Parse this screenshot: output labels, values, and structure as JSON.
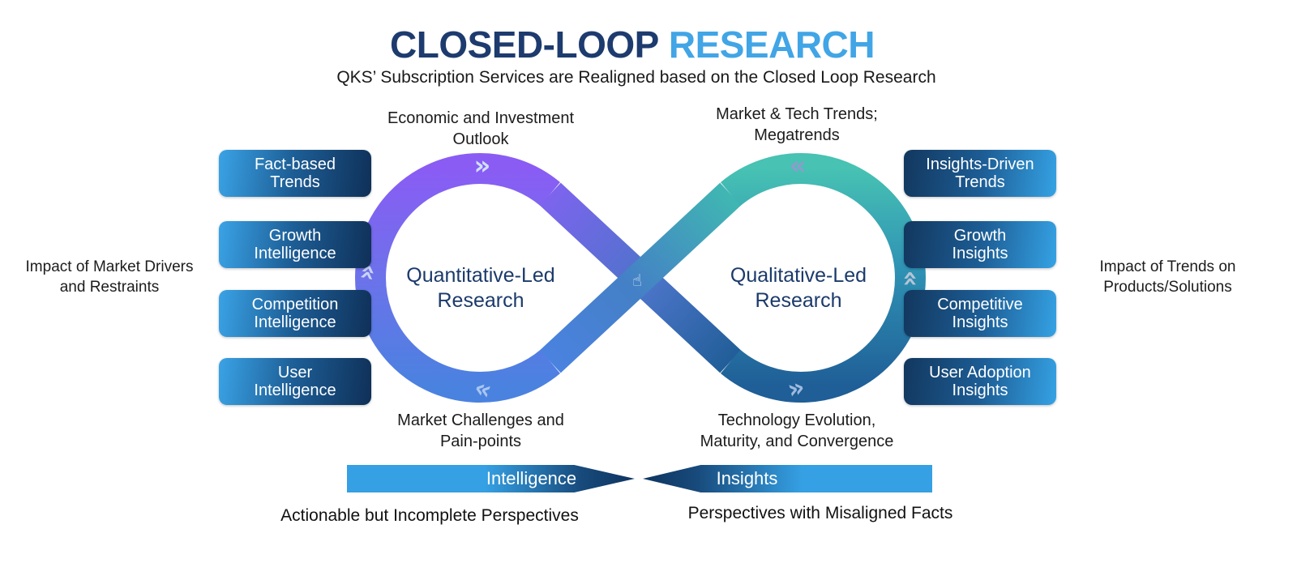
{
  "header": {
    "title_dark": "CLOSED-LOOP",
    "title_light": "RESEARCH",
    "subtitle": "QKS’ Subscription Services are Realigned based on the Closed Loop Research"
  },
  "side_labels": {
    "left": "Impact of Market Drivers\nand Restraints",
    "right": "Impact of Trends on\nProducts/Solutions"
  },
  "boxes": {
    "left": [
      "Fact-based\nTrends",
      "Growth\nIntelligence",
      "Competition\nIntelligence",
      "User\nIntelligence"
    ],
    "right": [
      "Insights-Driven\nTrends",
      "Growth\nInsights",
      "Competitive\nInsights",
      "User Adoption\nInsights"
    ]
  },
  "loop": {
    "left_circle_title": "Quantitative-Led\nResearch",
    "right_circle_title": "Qualitative-Led\nResearch",
    "top_left_label": "Economic and Investment\nOutlook",
    "top_right_label": "Market & Tech Trends;\nMegatrends",
    "bottom_left_label": "Market Challenges and\nPain-points",
    "bottom_right_label": "Technology Evolution,\nMaturity, and Convergence"
  },
  "flow_arrows": {
    "intelligence_label": "Intelligence",
    "insights_label": "Insights"
  },
  "captions": {
    "left": "Actionable but Incomplete Perspectives",
    "right": "Perspectives with Misaligned Facts"
  },
  "icons": {
    "chevron_right": "»",
    "chevron_left": "«",
    "pointer": "☝"
  },
  "colors": {
    "title_dark": "#1d3b6e",
    "title_light": "#41a5e6",
    "loop_purple": "#8a5cf4",
    "loop_blue": "#4a82e0",
    "loop_teal": "#47c2b3",
    "loop_dark_blue": "#1f5e97",
    "box_light_blue": "#3aa3e6",
    "box_dark_navy": "#0f3058",
    "text_dark_navy": "#1b3a6b"
  }
}
